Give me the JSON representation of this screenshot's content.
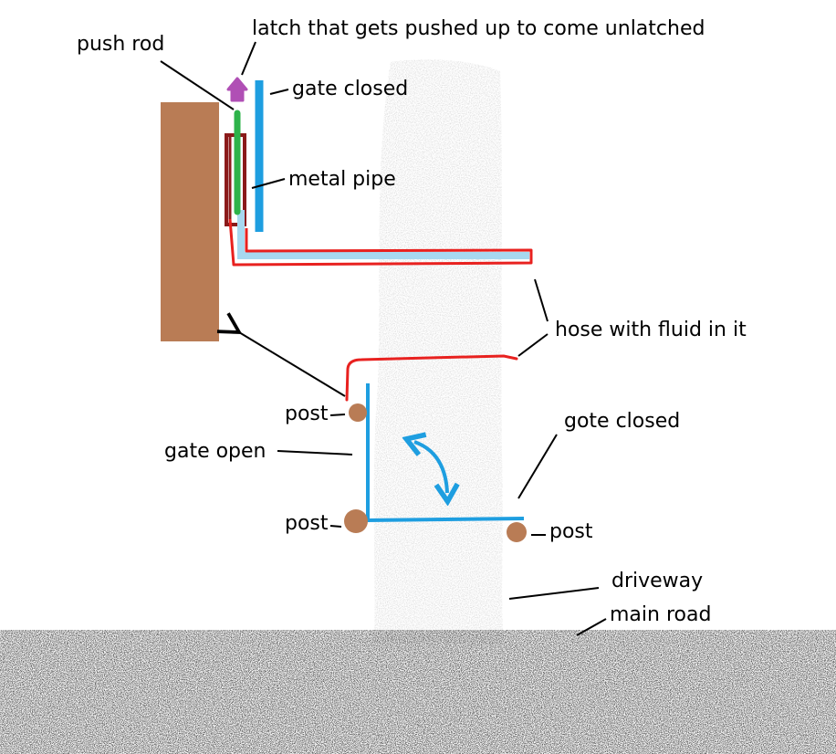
{
  "labels": {
    "push_rod": "push rod",
    "latch": "latch that gets pushed up to come unlatched",
    "gate_closed_top": "gate closed",
    "metal_pipe": "metal pipe",
    "hose": "hose with fluid in it",
    "post_upper_left": "post",
    "gate_open": "gate open",
    "gote_closed": "gote closed",
    "post_lower_left": "post",
    "post_lower_right": "post",
    "driveway": "driveway",
    "main_road": "main road"
  },
  "colors": {
    "wall": "#b97c55",
    "post": "#b97c55",
    "gate": "#1e9ee0",
    "hose_outline": "#e8211f",
    "hose_fluid": "#a7d8f0",
    "push_rod": "#2db34a",
    "metal_pipe": "#8b1a1a",
    "latch": "#b04fb5",
    "driveway_texture": "#b8b8b8",
    "road_texture": "#222222",
    "leader_line": "#000000"
  },
  "icons": {
    "latch": "up-arrow-shape",
    "swing": "double-headed-curved-arrow"
  }
}
